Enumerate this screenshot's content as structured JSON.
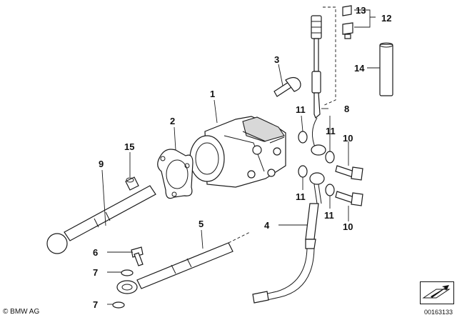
{
  "diagram": {
    "callouts": {
      "c1": "1",
      "c2": "2",
      "c3": "3",
      "c4": "4",
      "c5": "5",
      "c6": "6",
      "c7a": "7",
      "c7b": "7",
      "c8": "8",
      "c9": "9",
      "c10a": "10",
      "c10b": "10",
      "c11a": "11",
      "c11b": "11",
      "c11c": "11",
      "c11d": "11",
      "c12": "12",
      "c13": "13",
      "c14": "14",
      "c15": "15"
    },
    "copyright": "© BMW AG",
    "document_number": "00163133"
  }
}
